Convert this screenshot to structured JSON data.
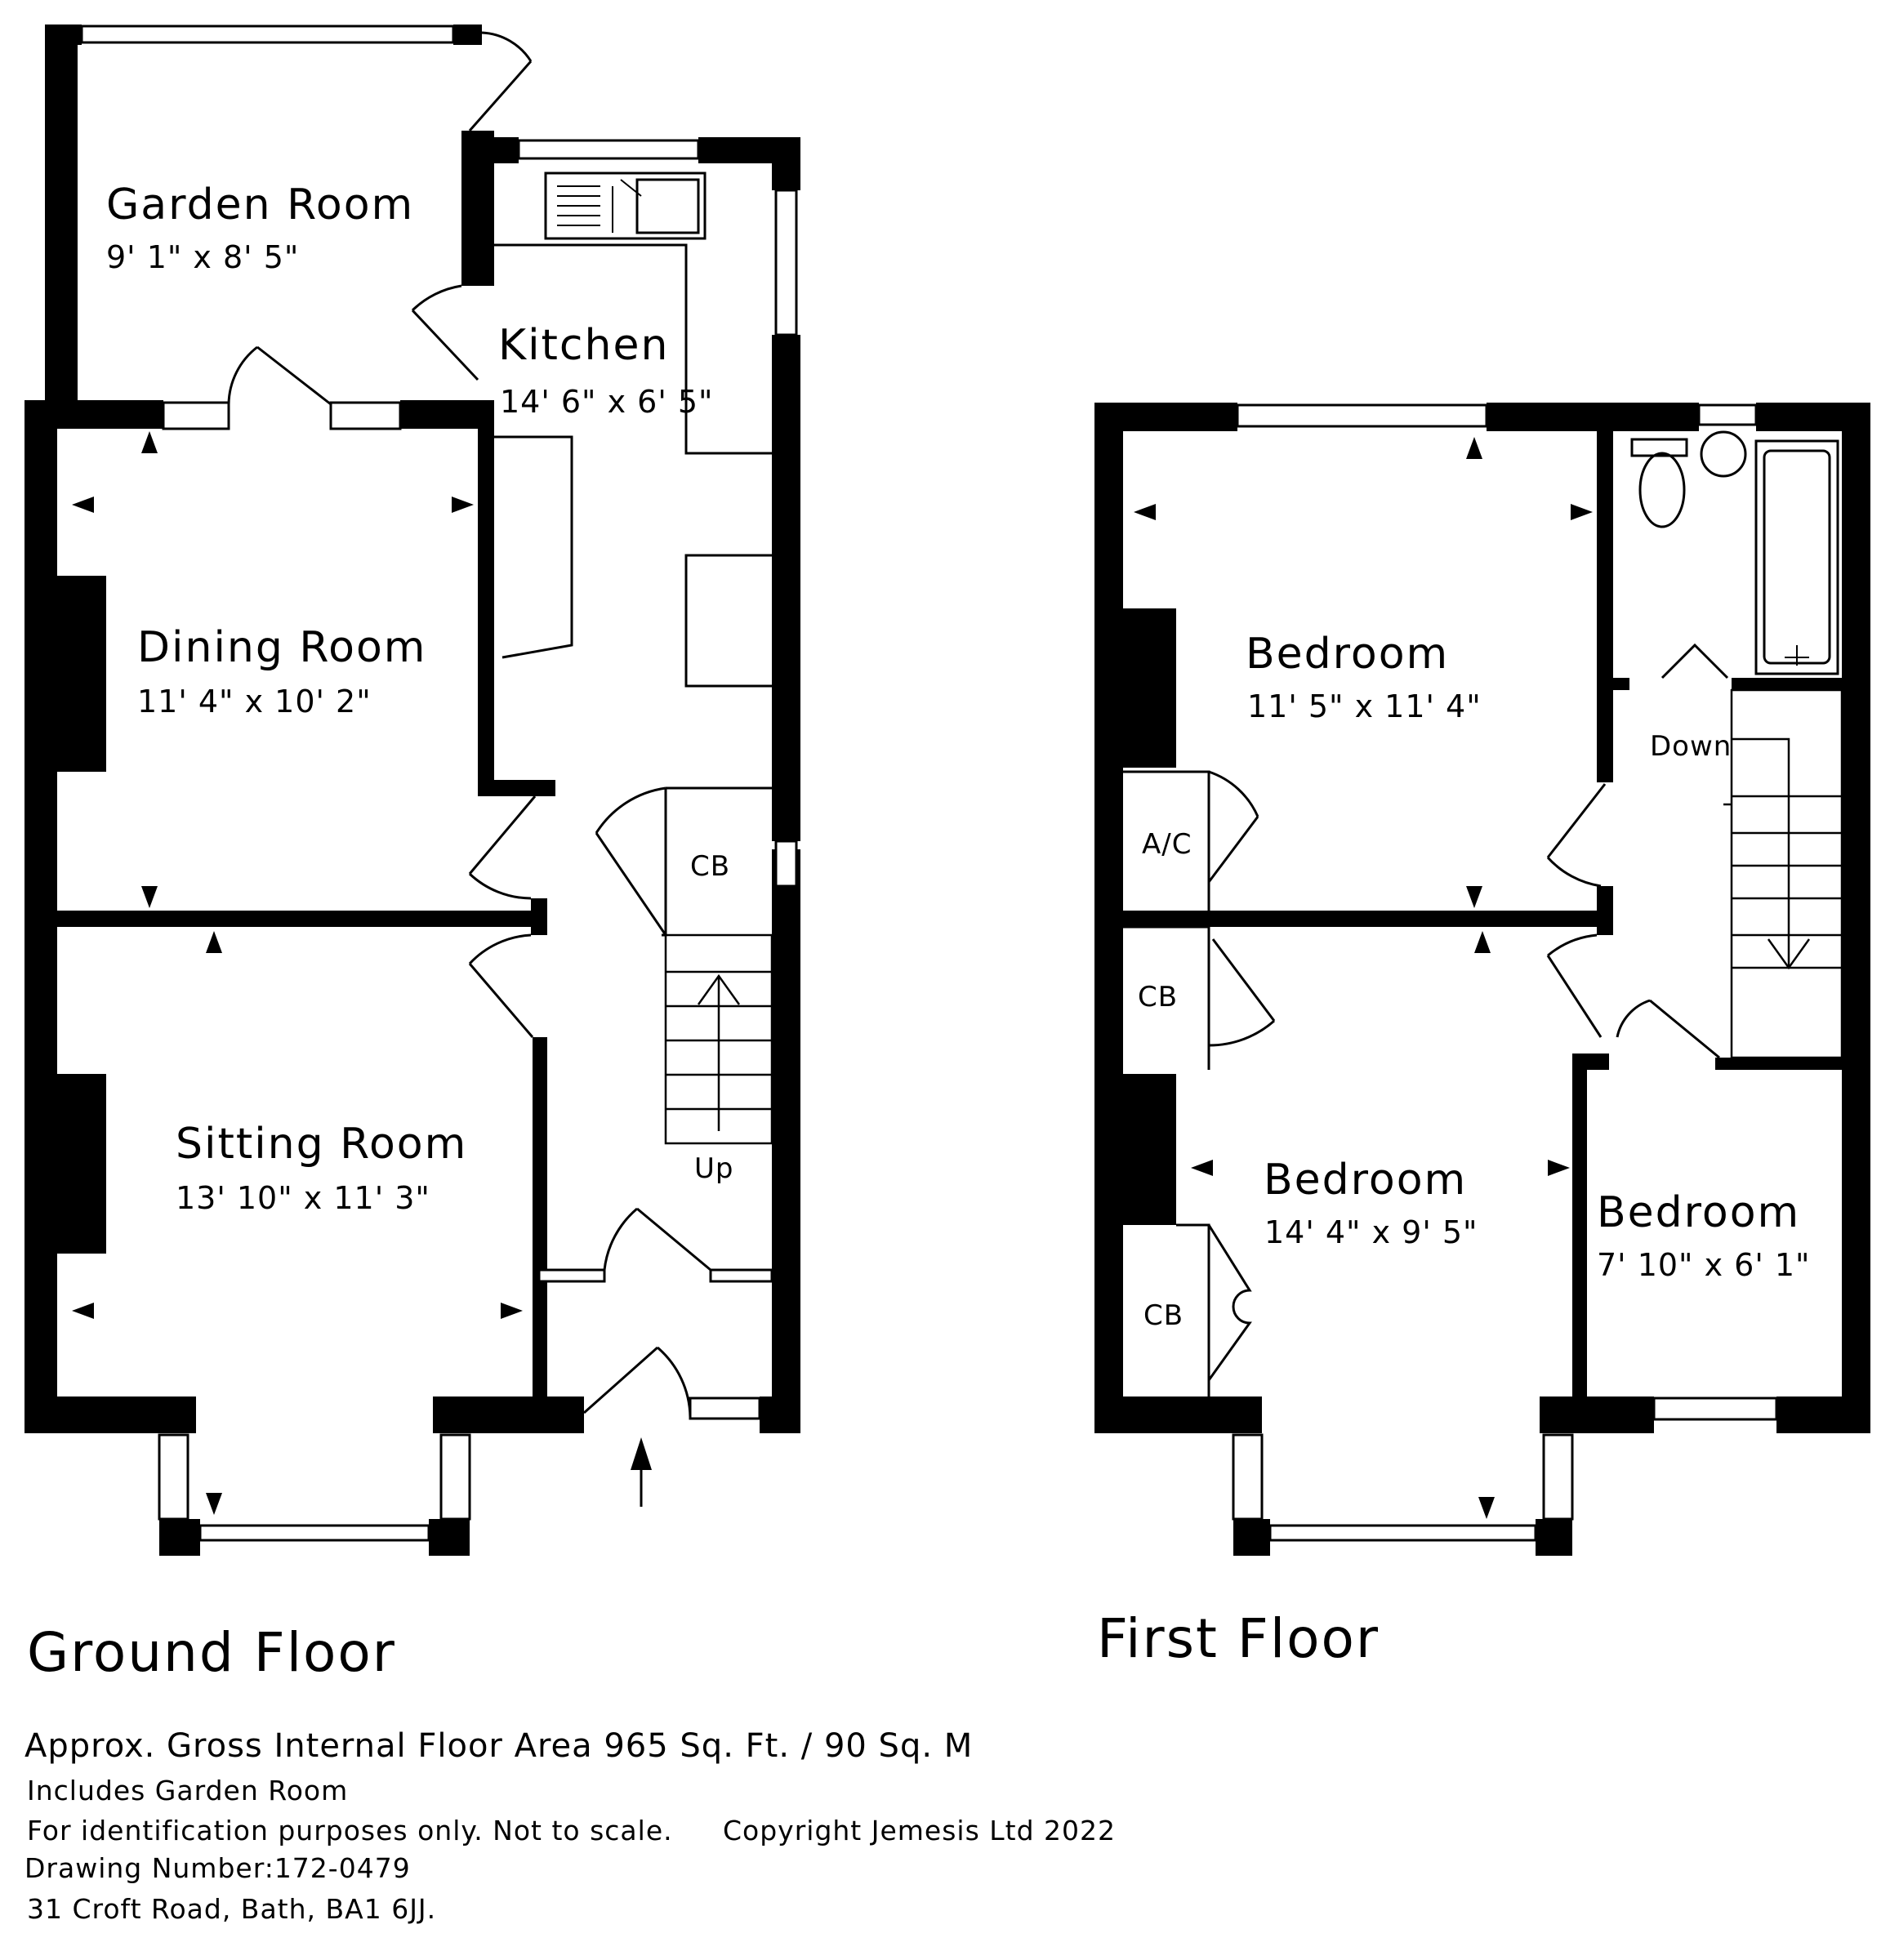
{
  "ground_floor": {
    "title": "Ground Floor",
    "rooms": {
      "garden_room": {
        "name": "Garden Room",
        "dims": "9' 1\" x 8' 5\""
      },
      "kitchen": {
        "name": "Kitchen",
        "dims": "14' 6\" x 6' 5\""
      },
      "dining_room": {
        "name": "Dining Room",
        "dims": "11' 4\" x 10' 2\""
      },
      "sitting_room": {
        "name": "Sitting Room",
        "dims": "13' 10\" x 11' 3\""
      }
    },
    "cupboard_label": "CB",
    "stairs_label": "Up"
  },
  "first_floor": {
    "title": "First Floor",
    "rooms": {
      "bedroom_1": {
        "name": "Bedroom",
        "dims": "11' 5\" x 11' 4\""
      },
      "bedroom_2": {
        "name": "Bedroom",
        "dims": "14' 4\" x 9' 5\""
      },
      "bedroom_3": {
        "name": "Bedroom",
        "dims": "7' 10\" x 6' 1\""
      }
    },
    "airing_cupboard_label": "A/C",
    "cupboard_label": "CB",
    "stairs_label": "Down"
  },
  "footer": {
    "area": "Approx. Gross Internal Floor Area 965 Sq. Ft. / 90 Sq. M",
    "includes": "Includes Garden Room",
    "disclaimer": "For identification purposes only. Not to scale.",
    "copyright": "Copyright Jemesis Ltd 2022",
    "drawing_number": "Drawing Number:172-0479",
    "address": "31 Croft Road, Bath, BA1 6JJ."
  },
  "colors": {
    "wall": "#000000",
    "background": "#ffffff",
    "line": "#000000"
  }
}
